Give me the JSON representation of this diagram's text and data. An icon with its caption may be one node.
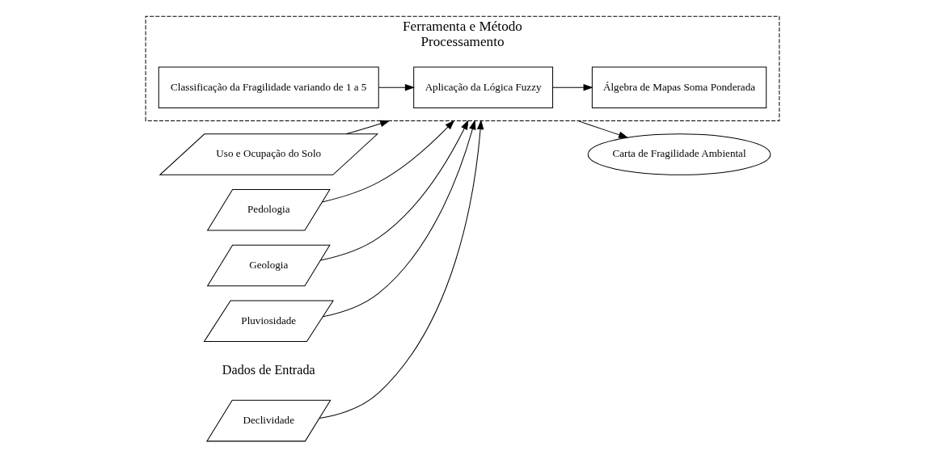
{
  "diagram": {
    "nodes": [
      {
        "text": [
          "Declividade"
        ]
      },
      {
        "text": [
          "Uso e Ocupação do Solo"
        ]
      },
      {
        "text": [
          "Pedologia"
        ]
      },
      {
        "text": [
          "Geologia"
        ]
      },
      {
        "text": [
          "Pluviosidade"
        ]
      },
      {
        "text": [
          "Ferramenta e Método",
          "Processamento"
        ]
      },
      {
        "text": [
          "Classificação da Fragilidade variando de 1 a 5"
        ],
        "in": 5
      },
      {
        "text": [
          "Aplicação da Lógica Fuzzy"
        ],
        "in": 5
      },
      {
        "text": [
          "Álgebra de Mapas Soma Ponderada"
        ],
        "in": 5
      },
      {
        "text": [
          "Carta de Fragilidade Ambiental"
        ]
      }
    ],
    "edges": [
      {
        "from": 0,
        "to": 5,
        "arrow": "to"
      },
      {
        "from": 1,
        "to": 5,
        "arrow": "to"
      },
      {
        "from": 2,
        "to": 5,
        "arrow": "to"
      },
      {
        "from": 3,
        "to": 5,
        "arrow": "to"
      },
      {
        "from": 4,
        "to": 5,
        "arrow": "to"
      },
      {
        "from": 6,
        "to": 7,
        "arrow": "to"
      },
      {
        "from": 7,
        "to": 8,
        "arrow": "to"
      },
      {
        "from": 5,
        "to": 9,
        "arrow": "to"
      }
    ],
    "labels": [
      "Dados de Entrada"
    ]
  }
}
